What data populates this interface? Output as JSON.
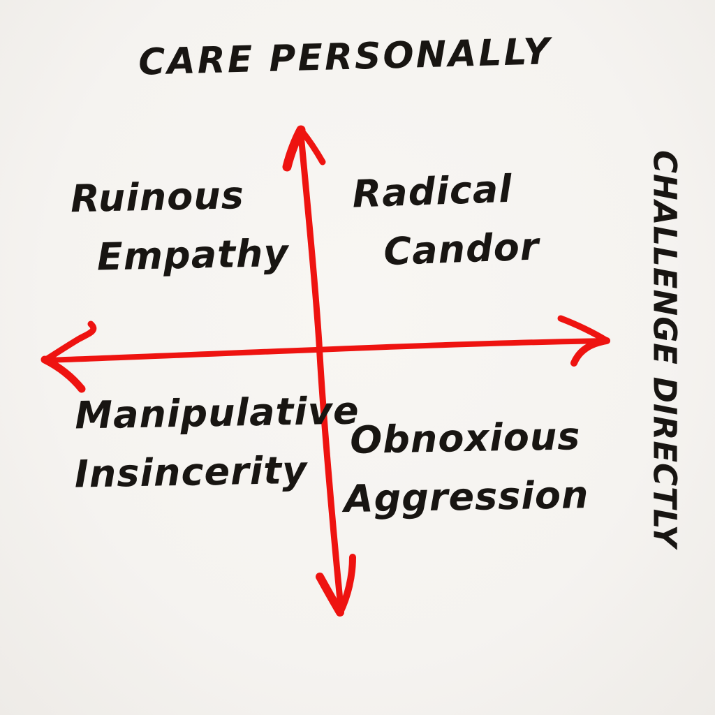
{
  "diagram": {
    "type": "quadrant",
    "title_top": "CARE PERSONALLY",
    "title_right": "CHALLENGE DIRECTLY",
    "quadrants": {
      "top_left": {
        "line1": "Ruinous",
        "line2": "Empathy"
      },
      "top_right": {
        "line1": "Radical",
        "line2": "Candor"
      },
      "bottom_left": {
        "line1": "Manipulative",
        "line2": "Insincerity"
      },
      "bottom_right": {
        "line1": "Obnoxious",
        "line2": "Aggression"
      }
    },
    "colors": {
      "axis_red": "#ee1310",
      "ink_black": "#181512",
      "background": "#f6f4f1"
    }
  }
}
